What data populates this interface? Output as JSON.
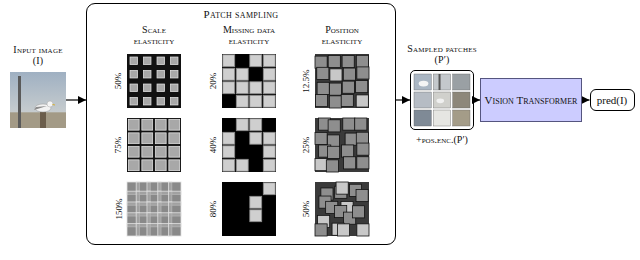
{
  "diagram": {
    "nodes": [
      {
        "text": [
          "Input image (I)"
        ]
      },
      {
        "text": [
          "Patch sampling"
        ]
      },
      {
        "text": [
          "50%"
        ],
        "in": 1
      },
      {
        "text": [
          "75%"
        ],
        "in": 1
      },
      {
        "text": [
          "150%"
        ],
        "in": 1
      },
      {
        "text": [
          "20%"
        ],
        "in": 1
      },
      {
        "text": [
          "40%"
        ],
        "in": 1
      },
      {
        "text": [
          "80%"
        ],
        "in": 1
      },
      {
        "text": [
          "12.5%"
        ],
        "in": 1
      },
      {
        "text": [
          "25%"
        ],
        "in": 1
      },
      {
        "text": [
          "50%"
        ],
        "in": 1
      },
      {
        "text": [
          "Sampled patches (P′)",
          "+pos.enc.(P′)"
        ]
      },
      {
        "text": [
          "Vision Transformer"
        ]
      },
      {
        "text": [
          "pred(I)"
        ]
      }
    ],
    "edges": [
      {
        "from": 0,
        "to": 1,
        "arrow": "to"
      },
      {
        "from": 1,
        "to": 11,
        "arrow": "to"
      },
      {
        "from": 11,
        "to": 12,
        "arrow": "to"
      },
      {
        "from": 12,
        "to": 13,
        "arrow": "to"
      }
    ],
    "labels": [
      "Scale elasticity",
      "Missing data elasticity",
      "Position elasticity"
    ]
  }
}
